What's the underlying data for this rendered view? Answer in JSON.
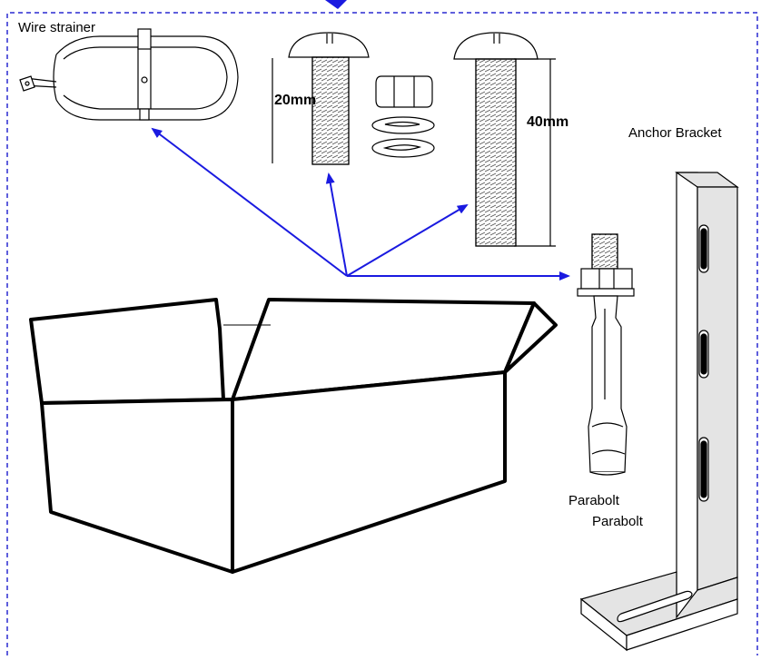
{
  "labels": {
    "wire_strainer": "Wire strainer",
    "dim_20": "20mm",
    "dim_40": "40mm",
    "anchor_bracket": "Anchor Bracket",
    "parabolt_1": "Parabolt",
    "parabolt_2": "Parabolt"
  },
  "colors": {
    "arrow": "#1a1ae0",
    "frame": "#2a2ad0",
    "line": "#000000",
    "bracket_fill": "#e4e4e4"
  },
  "icons": [
    "wire-strainer-icon",
    "short-screw-icon",
    "hex-nut-icon",
    "washer-icon",
    "long-screw-icon",
    "parabolt-icon",
    "anchor-bracket-icon",
    "cardboard-box-icon"
  ]
}
